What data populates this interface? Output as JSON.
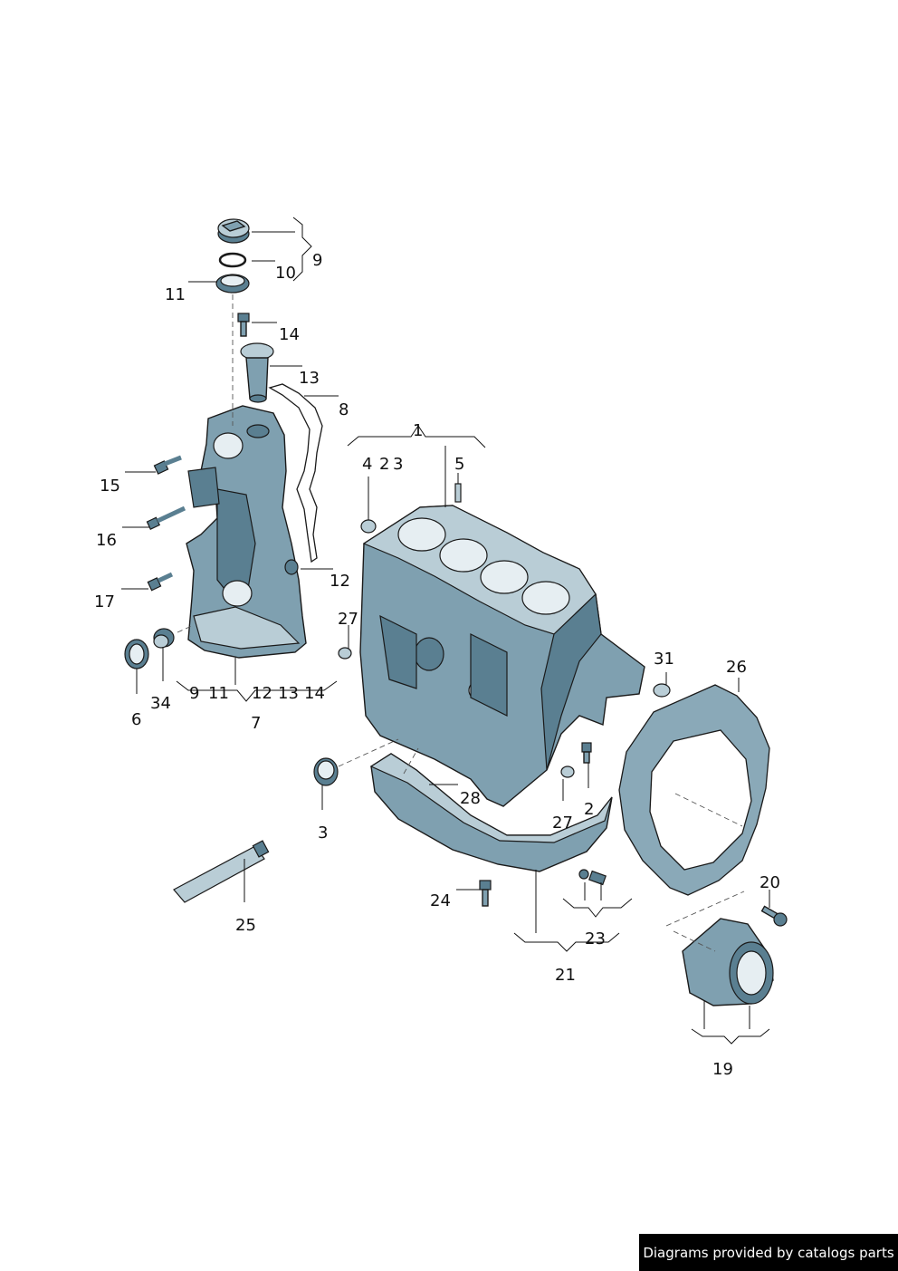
{
  "callouts": {
    "c1": "1",
    "c2a": "2",
    "c3a": "3",
    "c2b": "2",
    "c3b": "3",
    "c4": "4",
    "c5": "5",
    "c6": "6",
    "c7": "7",
    "c8": "8",
    "c9a": "9",
    "c10": "10",
    "c11a": "11",
    "c12a": "12",
    "c13a": "13",
    "c14a": "14",
    "c15": "15",
    "c16": "16",
    "c17": "17",
    "c9b": "9",
    "c11b": "11",
    "c12b": "12",
    "c13b": "13",
    "c14b": "14",
    "c19": "19",
    "c20": "20",
    "c21": "21",
    "c23": "23",
    "c24": "24",
    "c25": "25",
    "c26": "26",
    "c27a": "27",
    "c27b": "27",
    "c28": "28",
    "c31": "31",
    "c34": "34"
  },
  "footer": {
    "text": "Diagrams provided by catalogs parts"
  },
  "colors": {
    "part": "#7fa0b0",
    "part_dark": "#5a7f91",
    "line": "#1a1a1a",
    "banner": "#000000"
  }
}
